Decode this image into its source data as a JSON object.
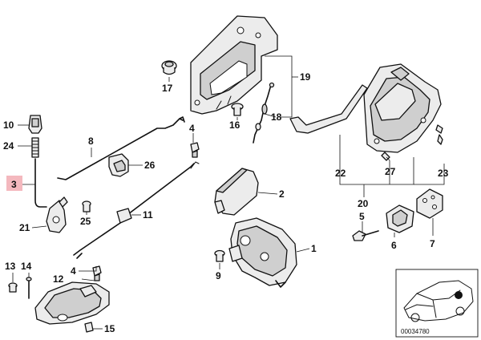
{
  "diagram": {
    "callouts": [
      {
        "id": "1",
        "label": "1"
      },
      {
        "id": "2",
        "label": "2"
      },
      {
        "id": "3",
        "label": "3",
        "highlighted": true
      },
      {
        "id": "4a",
        "label": "4"
      },
      {
        "id": "4b",
        "label": "4"
      },
      {
        "id": "5",
        "label": "5"
      },
      {
        "id": "6",
        "label": "6"
      },
      {
        "id": "7",
        "label": "7"
      },
      {
        "id": "8",
        "label": "8"
      },
      {
        "id": "9",
        "label": "9"
      },
      {
        "id": "10",
        "label": "10"
      },
      {
        "id": "11",
        "label": "11"
      },
      {
        "id": "12",
        "label": "12"
      },
      {
        "id": "13",
        "label": "13"
      },
      {
        "id": "14",
        "label": "14"
      },
      {
        "id": "15",
        "label": "15"
      },
      {
        "id": "16",
        "label": "16"
      },
      {
        "id": "17",
        "label": "17"
      },
      {
        "id": "18",
        "label": "18"
      },
      {
        "id": "19",
        "label": "19"
      },
      {
        "id": "20",
        "label": "20"
      },
      {
        "id": "21",
        "label": "21"
      },
      {
        "id": "22",
        "label": "22"
      },
      {
        "id": "23",
        "label": "23"
      },
      {
        "id": "24",
        "label": "24"
      },
      {
        "id": "25",
        "label": "25"
      },
      {
        "id": "26",
        "label": "26"
      },
      {
        "id": "27",
        "label": "27"
      }
    ],
    "highlight_color": "#f4b8be",
    "reference_number": "00034780"
  }
}
